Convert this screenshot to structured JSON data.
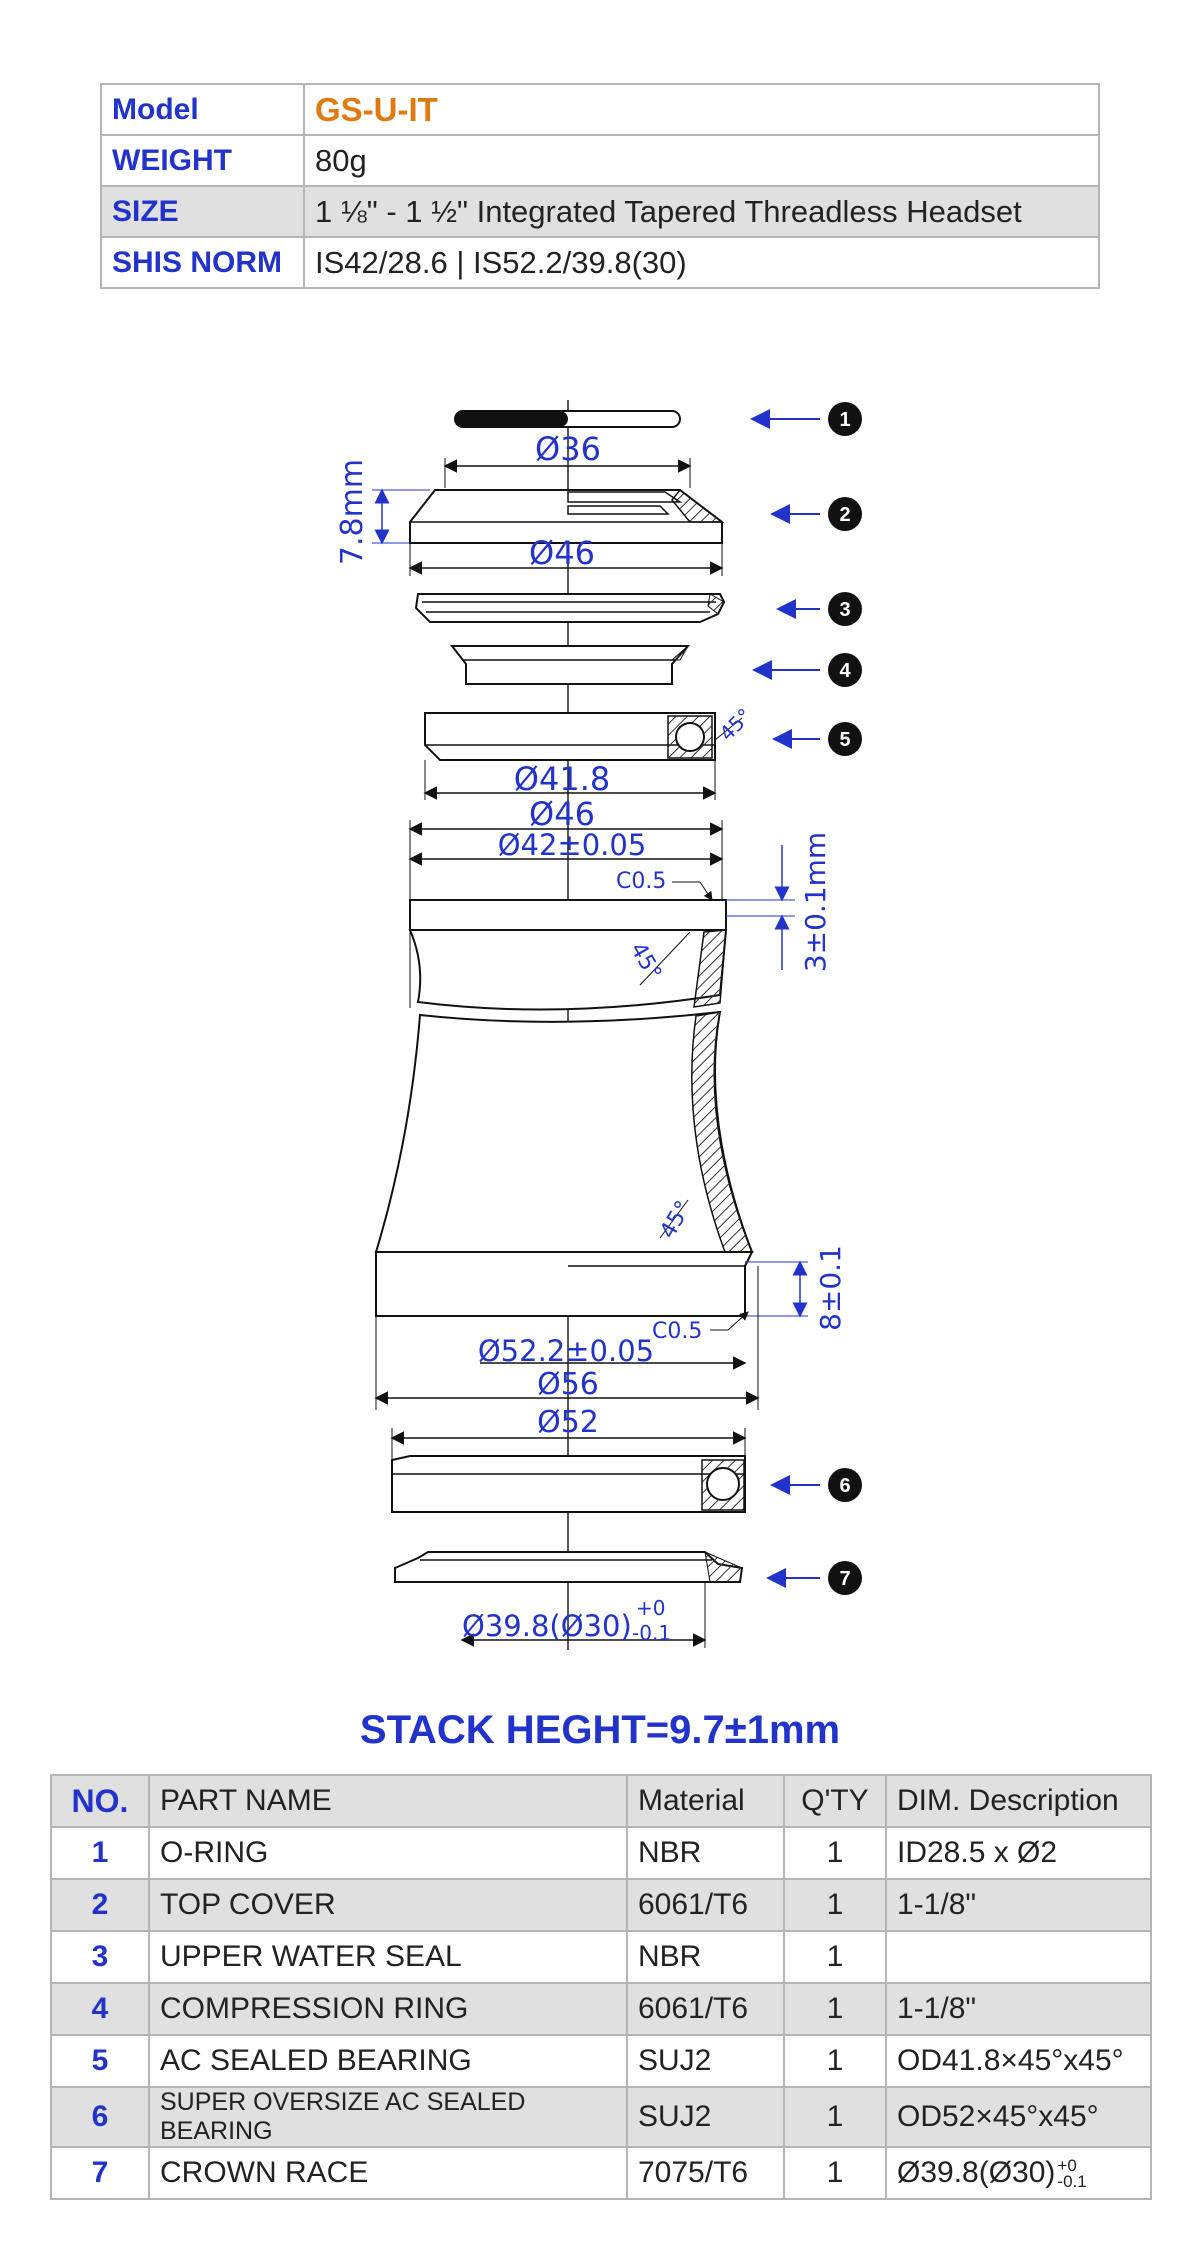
{
  "spec": [
    {
      "label": "Model",
      "value": "GS-U-IT"
    },
    {
      "label": "WEIGHT",
      "value": "80g"
    },
    {
      "label": "SIZE",
      "value": "1 ⅛\" - 1 ½\" Integrated Tapered Threadless Headset"
    },
    {
      "label": "SHIS NORM",
      "value": "IS42/28.6 | IS52.2/39.8(30)"
    }
  ],
  "callouts": [
    "1",
    "2",
    "3",
    "4",
    "5",
    "6",
    "7"
  ],
  "dimensions": {
    "d36": "Ø36",
    "h78": "7.8mm",
    "d46a": "Ø46",
    "a45a": "45°",
    "d418": "Ø41.8",
    "d46b": "Ø46",
    "d42": "Ø42±0.05",
    "c05a": "C0.5",
    "h3": "3±0.1mm",
    "a45b": "45°",
    "a45c": "45°",
    "h8": "8±0.1",
    "c05b": "C0.5",
    "d522": "Ø52.2±0.05",
    "d56": "Ø56",
    "d52": "Ø52",
    "d398": "Ø39.8(Ø30)",
    "tol_up": "+0",
    "tol_down": "-0.1"
  },
  "stack_height": "STACK HEGHT=9.7±1mm",
  "parts": {
    "headers": [
      "NO.",
      "PART NAME",
      "Material",
      "Q'TY",
      "DIM. Description"
    ],
    "rows": [
      {
        "no": "1",
        "name": "O-RING",
        "material": "NBR",
        "qty": "1",
        "dim": "ID28.5 x Ø2"
      },
      {
        "no": "2",
        "name": "TOP COVER",
        "material": "6061/T6",
        "qty": "1",
        "dim": "1-1/8\""
      },
      {
        "no": "3",
        "name": "UPPER WATER SEAL",
        "material": "NBR",
        "qty": "1",
        "dim": ""
      },
      {
        "no": "4",
        "name": "COMPRESSION RING",
        "material": "6061/T6",
        "qty": "1",
        "dim": "1-1/8\""
      },
      {
        "no": "5",
        "name": "AC SEALED BEARING",
        "material": "SUJ2",
        "qty": "1",
        "dim": "OD41.8×45°x45°"
      },
      {
        "no": "6",
        "name": "SUPER OVERSIZE AC SEALED BEARING",
        "material": "SUJ2",
        "qty": "1",
        "dim": "OD52×45°x45°"
      },
      {
        "no": "7",
        "name": "CROWN RACE",
        "material": "7075/T6",
        "qty": "1",
        "dim": "Ø39.8(Ø30)",
        "dim_tol_up": "+0",
        "dim_tol_down": "-0.1"
      }
    ]
  },
  "colors": {
    "blue": "#2233cc",
    "orange": "#e07a10",
    "shade": "#e0e0e0"
  }
}
